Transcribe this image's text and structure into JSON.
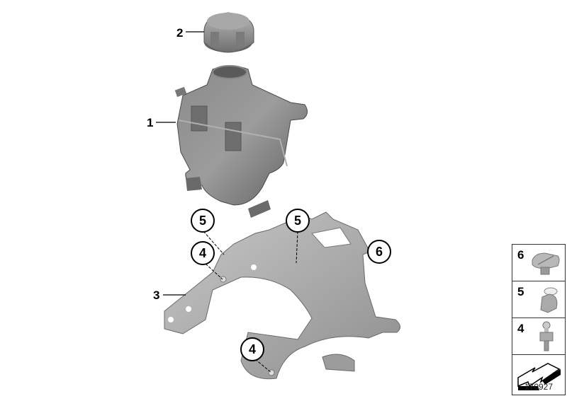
{
  "diagram": {
    "type": "parts-exploded-view",
    "callouts": [
      {
        "number": "1",
        "part": "expansion-tank",
        "style": "leader-line"
      },
      {
        "number": "2",
        "part": "cap",
        "style": "leader-line"
      },
      {
        "number": "3",
        "part": "bracket",
        "style": "leader-line"
      },
      {
        "number": "4",
        "part": "stud-bolt",
        "style": "circle"
      },
      {
        "number": "4",
        "part": "stud-bolt",
        "style": "circle"
      },
      {
        "number": "5",
        "part": "clip",
        "style": "circle"
      },
      {
        "number": "5",
        "part": "clip",
        "style": "circle"
      },
      {
        "number": "6",
        "part": "nut-clip",
        "style": "circle"
      }
    ],
    "legend": [
      {
        "number": "6",
        "icon": "nut-clip-icon"
      },
      {
        "number": "5",
        "icon": "clip-icon"
      },
      {
        "number": "4",
        "icon": "stud-bolt-icon"
      },
      {
        "number": "",
        "icon": "direction-arrow-icon"
      }
    ],
    "document_number": "170927"
  }
}
